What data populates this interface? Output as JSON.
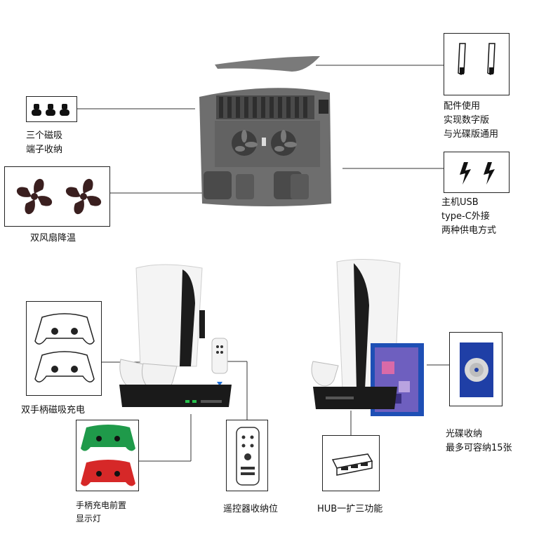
{
  "labels": {
    "magnet_storage": [
      "三个磁吸",
      "端子收纳"
    ],
    "dual_fan": "双风扇降温",
    "adapter": [
      "配件使用",
      "实现数字版",
      "与光碟版通用"
    ],
    "power": [
      "主机USB",
      "type-C外接",
      "两种供电方式"
    ],
    "controller_charge": "双手柄磁吸充电",
    "charge_indicator": [
      "手柄充电前置",
      "显示灯"
    ],
    "remote_slot": "遥控器收纳位",
    "hub": "HUB一扩三功能",
    "disc_storage": [
      "光碟收纳",
      "最多可容纳15张"
    ]
  },
  "colors": {
    "stand_gray": "#6e6e6e",
    "stand_dark": "#4a4a4a",
    "fan_black": "#3a1f1f",
    "console_white": "#f4f4f4",
    "base_black": "#1a1a1a",
    "controller_green": "#1f9a4a",
    "controller_red": "#d62828",
    "disc_case_blue": "#1e4fb5"
  },
  "icons": {
    "magnet_storage": "magnet-terminals-icon",
    "dual_fan": "fan-icon",
    "adapter": "adapter-pieces-icon",
    "power": "lightning-icon",
    "controller_charge": "gamepad-icon",
    "remote_slot": "remote-icon",
    "hub": "usb-hub-icon",
    "disc_storage": "disc-icon"
  }
}
